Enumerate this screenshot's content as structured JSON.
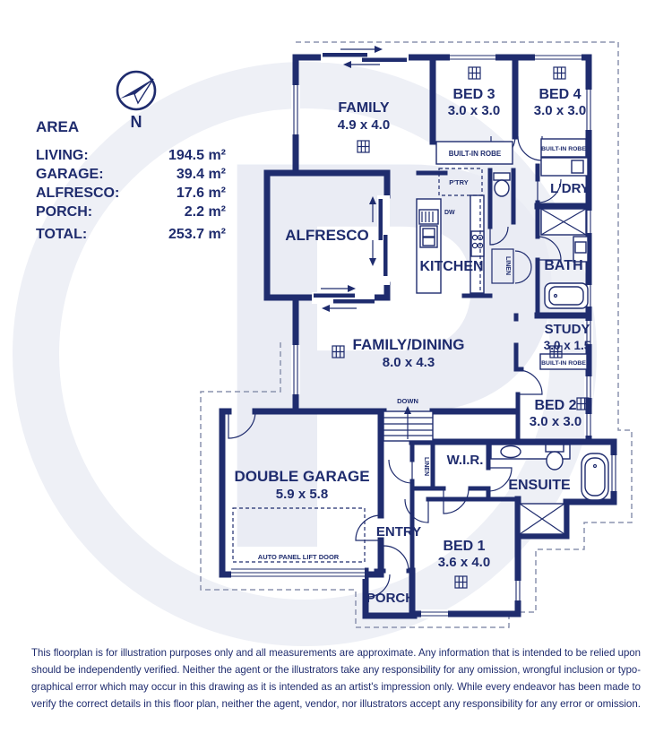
{
  "watermark": {
    "letter": "P"
  },
  "compass": {
    "label": "N"
  },
  "area": {
    "title": "AREA",
    "rows": [
      {
        "label": "LIVING:",
        "value": "194.5 m²"
      },
      {
        "label": "GARAGE:",
        "value": "39.4 m²"
      },
      {
        "label": "ALFRESCO:",
        "value": "17.6 m²"
      },
      {
        "label": "PORCH:",
        "value": "2.2 m²"
      },
      {
        "label": "TOTAL:",
        "value": "253.7 m²"
      }
    ]
  },
  "rooms": {
    "family": {
      "name": "FAMILY",
      "dims": "4.9 x 4.0"
    },
    "bed3": {
      "name": "BED 3",
      "dims": "3.0 x 3.0"
    },
    "bed4": {
      "name": "BED 4",
      "dims": "3.0 x 3.0"
    },
    "alfresco": {
      "name": "ALFRESCO"
    },
    "kitchen": {
      "name": "KITCHEN"
    },
    "pantry": {
      "name": "P'TRY"
    },
    "laundry": {
      "name": "L'DRY"
    },
    "bath": {
      "name": "BATH"
    },
    "study": {
      "name": "STUDY",
      "dims": "3.0 x 1.5"
    },
    "family_dining": {
      "name": "FAMILY/DINING",
      "dims": "8.0 x 4.3"
    },
    "bed2": {
      "name": "BED 2",
      "dims": "3.0 x 3.0"
    },
    "garage": {
      "name": "DOUBLE GARAGE",
      "dims": "5.9 x 5.8"
    },
    "wir": {
      "name": "W.I.R."
    },
    "ensuite": {
      "name": "ENSUITE"
    },
    "entry": {
      "name": "ENTRY"
    },
    "bed1": {
      "name": "BED 1",
      "dims": "3.6 x 4.0"
    },
    "porch": {
      "name": "PORCH"
    }
  },
  "labels": {
    "built_in_robe": "BUILT-IN ROBE",
    "linen": "LINEN",
    "dw": "DW",
    "down": "DOWN",
    "auto_panel_lift_door": "AUTO PANEL LIFT DOOR"
  },
  "disclaimer": {
    "lines": [
      "This floorplan is for illustration purposes only and all measurements are approximate. Any information that is intended to be relied upon",
      "should be independently verified. Neither the agent or the illustrators take any responsibility for any omission, wrongful inclusion or typo-",
      "graphical error which may occur in this drawing as it is intended as an artist's impression only. While every endeavor has been made to",
      "verify the correct details in this floor plan, neither the agent, vendor, nor illustrators accept any responsibility for any error or omission."
    ]
  },
  "colors": {
    "wall": "#1f2c6e",
    "boundary": "#8b93af",
    "watermark": "#eaecf4"
  }
}
